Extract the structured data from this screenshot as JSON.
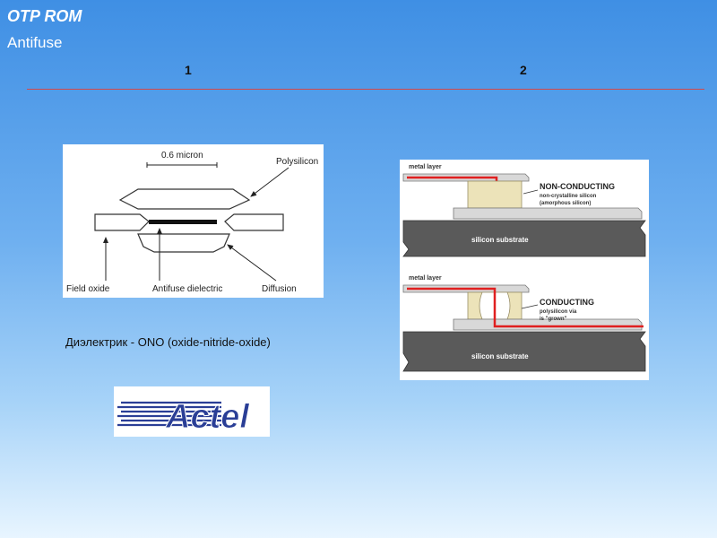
{
  "slide": {
    "title": "OTP ROM",
    "subtitle": "Antifuse",
    "col1_label": "1",
    "col2_label": "2",
    "caption": "Диэлектрик - ONO (oxide-nitride-oxide)",
    "colors": {
      "accent_line": "#d24a4a",
      "conductor_red": "#e02020",
      "substrate": "#5a5a5a"
    }
  },
  "left_diagram": {
    "dimension": "0.6 micron",
    "labels": {
      "polysilicon": "Polysilicon",
      "field_oxide": "Field oxide",
      "antifuse_dielectric": "Antifuse dielectric",
      "diffusion": "Diffusion"
    }
  },
  "right_diagram": {
    "top": {
      "metal_layer": "metal layer",
      "state": "NON-CONDUCTING",
      "desc_line1": "non-crystalline silicon",
      "desc_line2": "(amorphous silicon)",
      "substrate": "silicon substrate"
    },
    "bottom": {
      "metal_layer": "metal layer",
      "state": "CONDUCTING",
      "desc_line1": "polysilicon via",
      "desc_line2": "is \"grown\"",
      "substrate": "silicon substrate"
    }
  },
  "logo": {
    "text": "Actel"
  }
}
